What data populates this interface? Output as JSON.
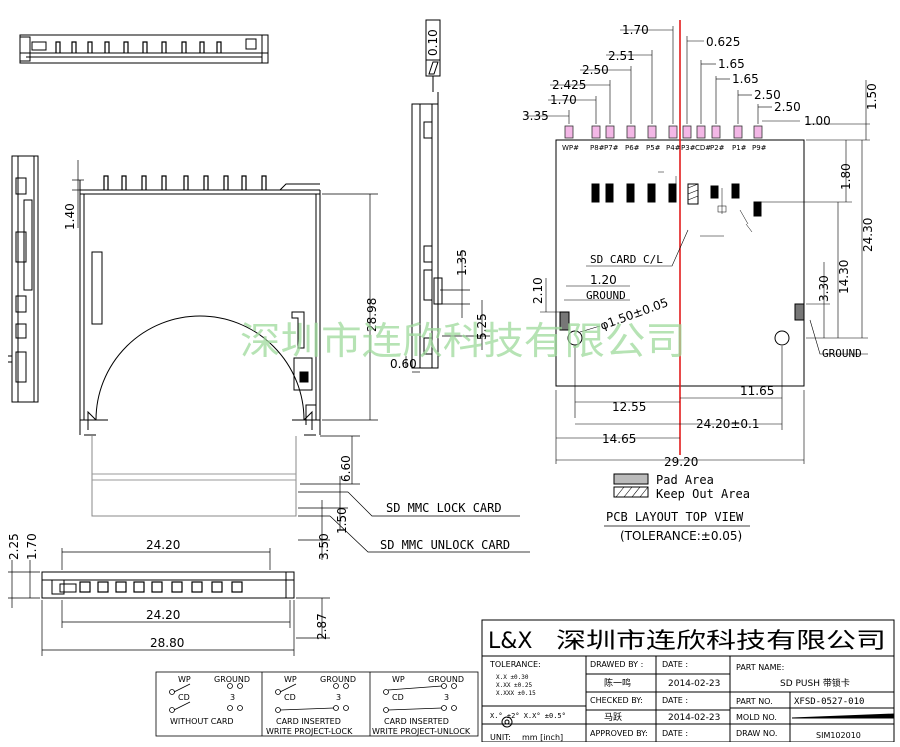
{
  "watermark": {
    "text": "深圳市连欣科技有限公司"
  },
  "dims": {
    "d_0_10": "0.10",
    "d_1_40": "1.40",
    "d_28_98": "28.98",
    "d_1_35": "1.35",
    "d_5_25": "5.25",
    "d_0_60": "0.60",
    "d_6_60": "6.60",
    "d_1_50": "1.50",
    "d_3_50": "3.50",
    "d_2_25": "2.25",
    "d_1_70": "1.70",
    "d_24_20_top": "24.20",
    "d_24_20_bot": "24.20",
    "d_28_80": "28.80",
    "d_2_87": "2.87"
  },
  "pcb": {
    "top_dims": [
      "1.70",
      "0.625",
      "2.51",
      "1.65",
      "2.50",
      "1.65",
      "2.425",
      "2.50",
      "1.70",
      "2.50",
      "3.35",
      "1.00"
    ],
    "right_dims": [
      "1.50",
      "1.80",
      "24.30",
      "14.30",
      "3.30"
    ],
    "pins": [
      "WP#",
      "P8#",
      "P7#",
      "P6#",
      "P5#",
      "P4#",
      "P3#",
      "CD#",
      "P2#",
      "P1#",
      "P9#"
    ],
    "labels": {
      "sd_card_cl": "SD CARD C/L",
      "ground_left": "GROUND",
      "ground_right": "GROUND",
      "hole": "φ1.50±0.05",
      "d_2_10": "2.10",
      "d_1_20": "1.20"
    },
    "bottom_dims": [
      "12.55",
      "11.65",
      "24.20±0.1",
      "14.65",
      "29.20"
    ],
    "legend": {
      "pad": "Pad Area",
      "keepout": "Keep Out Area"
    },
    "view_title": "PCB LAYOUT TOP VIEW",
    "tolerance": "(TOLERANCE:±0.05)"
  },
  "callouts": {
    "lock": "SD MMC LOCK CARD",
    "unlock": "SD MMC UNLOCK CARD"
  },
  "switches": [
    {
      "wp": "WP",
      "ground": "GROUND",
      "cd": "CD",
      "num": "3",
      "caption1": "WITHOUT CARD",
      "caption2": ""
    },
    {
      "wp": "WP",
      "ground": "GROUND",
      "cd": "CD",
      "num": "3",
      "caption1": "CARD INSERTED",
      "caption2": "WRITE PROJECT-LOCK"
    },
    {
      "wp": "WP",
      "ground": "GROUND",
      "cd": "CD",
      "num": "3",
      "caption1": "CARD INSERTED",
      "caption2": "WRITE PROJECT-UNLOCK"
    }
  ],
  "title_block": {
    "brand": "L&X",
    "company": "深圳市连欣科技有限公司",
    "tolerance_label": "TOLERANCE:",
    "tol_rows": [
      "X.X    ±0.30",
      "X.XX   ±0.25",
      "X.XXX  ±0.15"
    ],
    "angle_tol": "X.°  ±2°    X.X° ±0.5°",
    "unit_label": "UNIT:",
    "unit_value": "mm [inch]",
    "drawn_by_label": "DRAWED BY :",
    "drawn_by": "陈一鸣",
    "date_label": "DATE :",
    "date1": "2014-02-23",
    "checked_by_label": "CHECKED BY:",
    "checked_by": "马跃",
    "date2": "2014-02-23",
    "approved_by_label": "APPROVED BY:",
    "date3_label": "DATE :",
    "part_name_label": "PART NAME:",
    "part_name": "SD PUSH 带锁卡",
    "part_no_label": "PART NO.",
    "part_no": "XFSD-0527-010",
    "mold_no_label": "MOLD NO.",
    "draw_no_label": "DRAW NO.",
    "draw_no": "SIM102010"
  }
}
